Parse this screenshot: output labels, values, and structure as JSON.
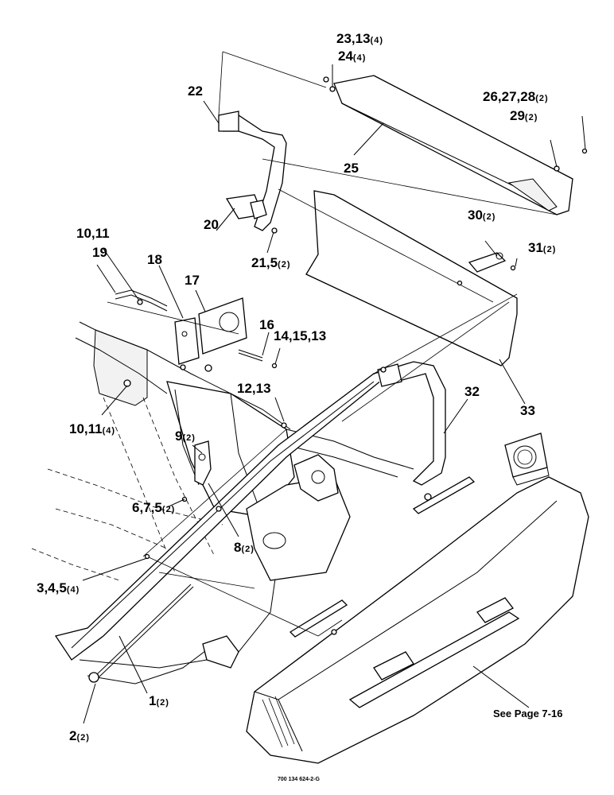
{
  "callouts": [
    {
      "id": "c22",
      "text": "22",
      "qty": ""
    },
    {
      "id": "c23",
      "text": "23,13",
      "qty": "(4)"
    },
    {
      "id": "c24",
      "text": "24",
      "qty": "(4)"
    },
    {
      "id": "c25",
      "text": "25",
      "qty": ""
    },
    {
      "id": "c26",
      "text": "26,27,28",
      "qty": "(2)"
    },
    {
      "id": "c29",
      "text": "29",
      "qty": "(2)"
    },
    {
      "id": "c20",
      "text": "20",
      "qty": ""
    },
    {
      "id": "c21",
      "text": "21,5",
      "qty": "(2)"
    },
    {
      "id": "c30",
      "text": "30",
      "qty": "(2)"
    },
    {
      "id": "c31",
      "text": "31",
      "qty": "(2)"
    },
    {
      "id": "c10a",
      "text": "10,11",
      "qty": ""
    },
    {
      "id": "c19",
      "text": "19",
      "qty": ""
    },
    {
      "id": "c18",
      "text": "18",
      "qty": ""
    },
    {
      "id": "c17",
      "text": "17",
      "qty": ""
    },
    {
      "id": "c16",
      "text": "16",
      "qty": ""
    },
    {
      "id": "c14",
      "text": "14,15,13",
      "qty": ""
    },
    {
      "id": "c12",
      "text": "12,13",
      "qty": ""
    },
    {
      "id": "c32",
      "text": "32",
      "qty": ""
    },
    {
      "id": "c33",
      "text": "33",
      "qty": ""
    },
    {
      "id": "c10b",
      "text": "10,11",
      "qty": "(4)"
    },
    {
      "id": "c9",
      "text": "9",
      "qty": "(2)"
    },
    {
      "id": "c6",
      "text": "6,7,5",
      "qty": "(2)"
    },
    {
      "id": "c8",
      "text": "8",
      "qty": "(2)"
    },
    {
      "id": "c3",
      "text": "3,4,5",
      "qty": "(4)"
    },
    {
      "id": "c1",
      "text": "1",
      "qty": "(2)"
    },
    {
      "id": "c2",
      "text": "2",
      "qty": "(2)"
    }
  ],
  "see_page": "See Page 7-16",
  "drawing_code": "700 134 624-2-G"
}
